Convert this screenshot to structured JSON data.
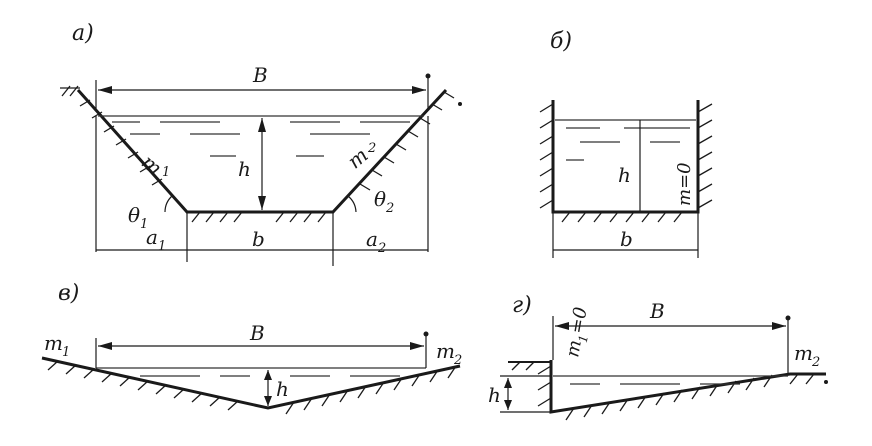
{
  "panels": {
    "a": {
      "label": "а)",
      "B": "B",
      "h": "h",
      "b": "b",
      "m1": "m",
      "m1_sub": "1",
      "m2": "m",
      "m2_sup": "2",
      "theta1": "θ",
      "theta1_sub": "1",
      "theta2": "θ",
      "theta2_sub": "2",
      "a1": "a",
      "a1_sub": "1",
      "a2": "a",
      "a2_sub": "2"
    },
    "b": {
      "label": "б)",
      "h": "h",
      "b": "b",
      "m": "m=0"
    },
    "v": {
      "label": "в)",
      "B": "B",
      "h": "h",
      "m1": "m",
      "m1_sub": "1",
      "m2": "m",
      "m2_sub": "2"
    },
    "g": {
      "label": "г)",
      "B": "B",
      "h": "h",
      "m1": "m",
      "m1_sub": "1",
      "m1_val": "=0",
      "m2": "m",
      "m2_sub": "2"
    }
  }
}
